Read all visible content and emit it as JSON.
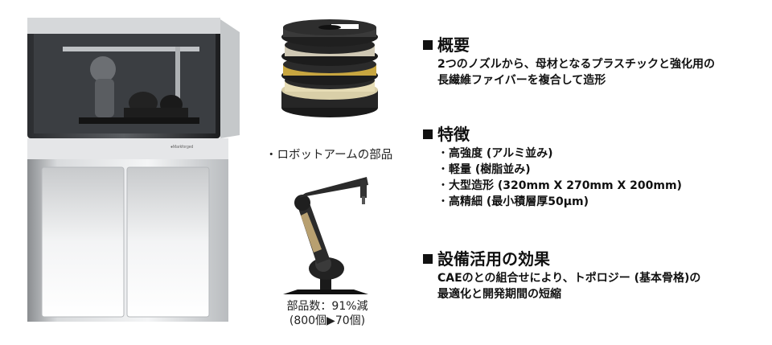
{
  "images": {
    "printer": {
      "alt": "3D printer"
    },
    "spools": {
      "alt": "filament spools"
    },
    "arm": {
      "alt": "robot arm"
    }
  },
  "captions": {
    "arm_label": "・ロボットアームの部品",
    "parts_line1": "部品数：91%減",
    "parts_line2": "(800個▶70個)"
  },
  "sections": [
    {
      "title": "概要",
      "lines": [
        "2つのノズルから、母材となるプラスチックと強化用の",
        "長繊維ファイバーを複合して造形"
      ]
    },
    {
      "title": "特徴",
      "bullets": [
        "高強度 (アルミ並み)",
        "軽量 (樹脂並み)",
        "大型造形 (320mm X 270mm X 200mm)",
        "高精細 (最小積層厚50μm)"
      ]
    },
    {
      "title": "設備活用の効果",
      "lines": [
        "CAEのとの組合せにより、トポロジー (基本骨格)の",
        "最適化と開発期間の短縮"
      ]
    }
  ]
}
